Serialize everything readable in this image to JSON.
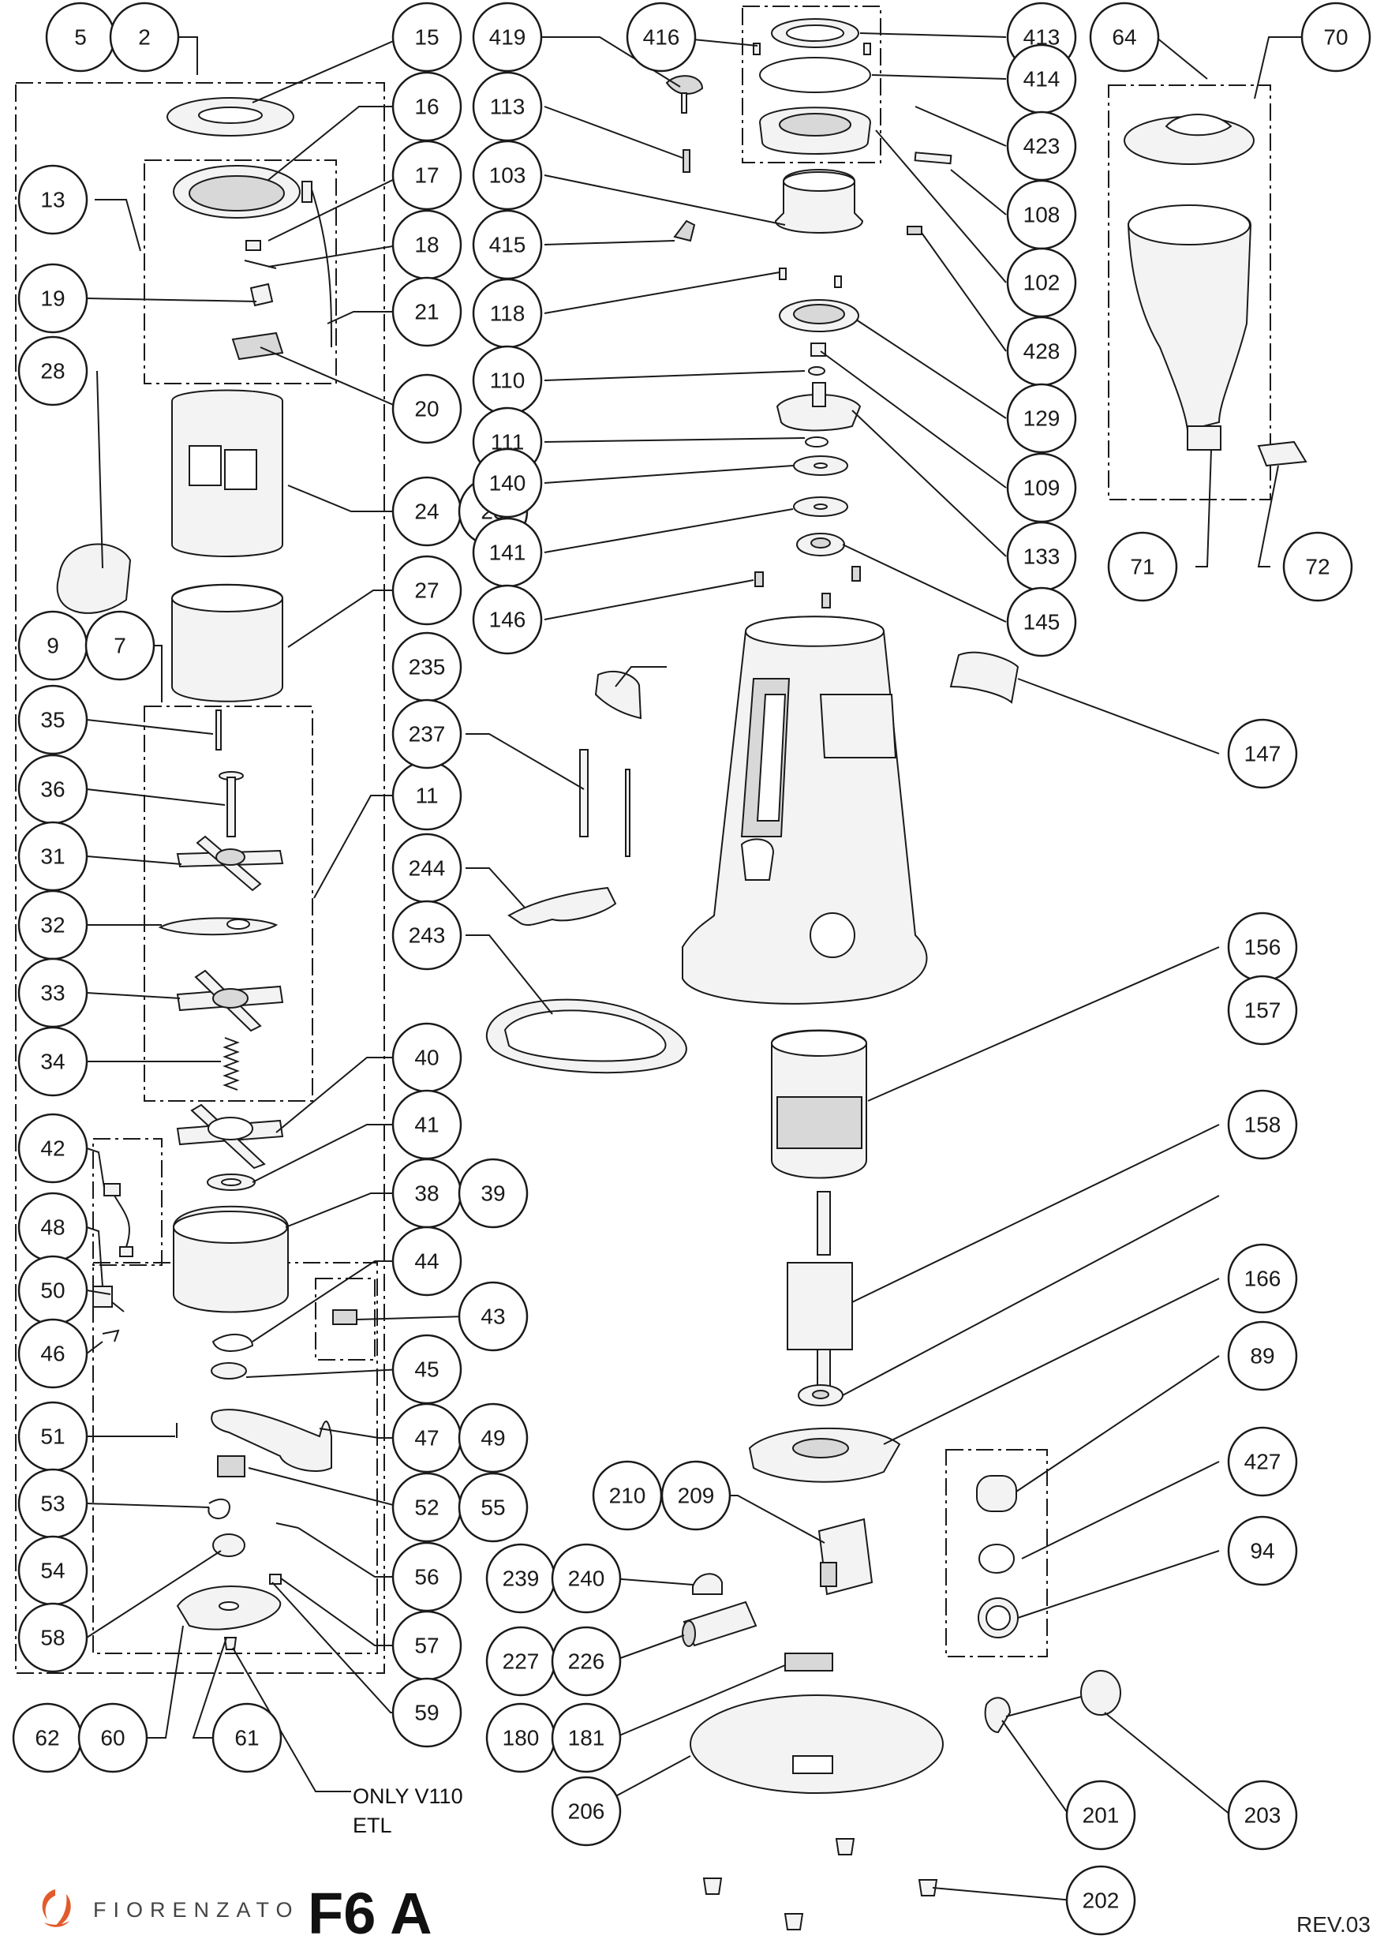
{
  "title": "F6 A",
  "brand": "FIORENZATO",
  "revision": "REV.03",
  "note": [
    "ONLY V110",
    "ETL"
  ],
  "callouts": [
    "5",
    "2",
    "15",
    "16",
    "17",
    "18",
    "21",
    "13",
    "19",
    "20",
    "28",
    "24",
    "25",
    "27",
    "9",
    "7",
    "35",
    "36",
    "31",
    "32",
    "33",
    "34",
    "11",
    "40",
    "41",
    "42",
    "48",
    "50",
    "46",
    "38",
    "39",
    "44",
    "43",
    "45",
    "51",
    "47",
    "49",
    "52",
    "55",
    "53",
    "54",
    "56",
    "57",
    "58",
    "59",
    "62",
    "60",
    "61",
    "419",
    "113",
    "103",
    "415",
    "118",
    "110",
    "111",
    "140",
    "141",
    "146",
    "416",
    "413",
    "414",
    "423",
    "108",
    "102",
    "428",
    "129",
    "109",
    "133",
    "145",
    "147",
    "64",
    "70",
    "71",
    "72",
    "235",
    "237",
    "244",
    "243",
    "156",
    "157",
    "158",
    "166",
    "89",
    "427",
    "94",
    "210",
    "209",
    "239",
    "240",
    "227",
    "226",
    "180",
    "181",
    "206",
    "201",
    "203",
    "202"
  ]
}
